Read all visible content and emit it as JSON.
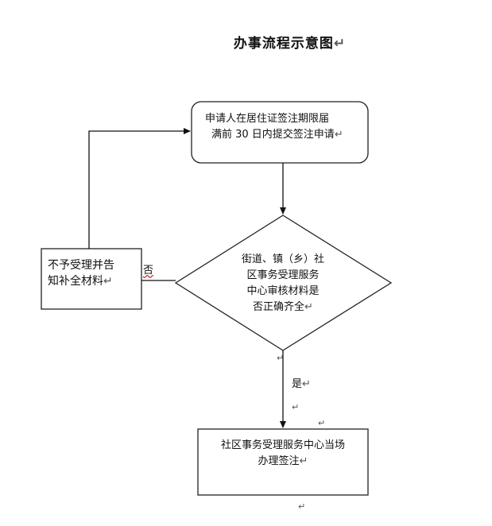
{
  "title": "办事流程示意图",
  "nodes": {
    "apply": {
      "line1": "申请人在居住证签注期限届",
      "line2": "满前 30 日内提交签注申请"
    },
    "review": {
      "line1": "街道、镇（乡）社",
      "line2": "区事务受理服务",
      "line3": "中心审核材料是",
      "line4": "否正确齐全"
    },
    "reject": {
      "line1": "不予受理并告",
      "line2": "知补全材料"
    },
    "accept": {
      "line1": "社区事务受理服务中心当场",
      "line2": "办理签注"
    }
  },
  "edges": {
    "no_label": "否",
    "yes_label": "是"
  },
  "para_mark": "↵"
}
